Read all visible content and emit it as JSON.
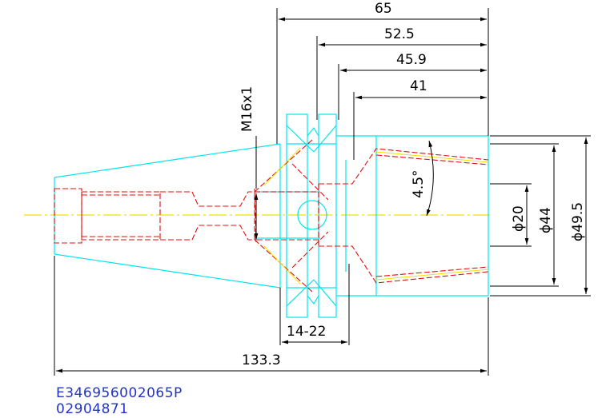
{
  "dimensions": {
    "len_65": "65",
    "len_52_5": "52.5",
    "len_45_9": "45.9",
    "len_41": "41",
    "thread": "M16x1",
    "angle": "4.5°",
    "dia_20": "ϕ20",
    "dia_44": "ϕ44",
    "dia_49_5": "ϕ49.5",
    "range_14_22": "14-22",
    "len_133_3": "133.3"
  },
  "codes": {
    "part_number": "E346956002065P",
    "serial": "02904871"
  },
  "colors": {
    "outline": "#00e5ee",
    "hidden": "#e01010",
    "centerline": "#f0e000",
    "dimension": "#000000",
    "code_text": "#2233cc"
  }
}
